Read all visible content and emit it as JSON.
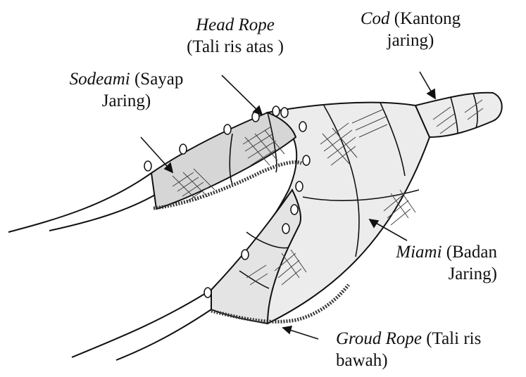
{
  "diagram": {
    "labels": {
      "head_rope": {
        "term": "Head Rope",
        "gloss_line1": "(Tali ris atas )"
      },
      "cod": {
        "term": "Cod",
        "gloss_line1": "(Kantong",
        "gloss_line2": "jaring)"
      },
      "sodeami": {
        "term": "Sodeami",
        "gloss_line1": "(Sayap",
        "gloss_line2": "Jaring)"
      },
      "miami": {
        "term": "Miami",
        "gloss_line1": "(Badan",
        "gloss_line2": "Jaring)"
      },
      "ground_rope": {
        "term": "Groud Rope",
        "gloss_line1": "(Tali ris",
        "gloss_line2": "bawah)"
      }
    },
    "colors": {
      "ink": "#111111",
      "net_fill": "#ececec",
      "wing_shade": "#cfcfcf",
      "mesh": "#444444"
    }
  }
}
